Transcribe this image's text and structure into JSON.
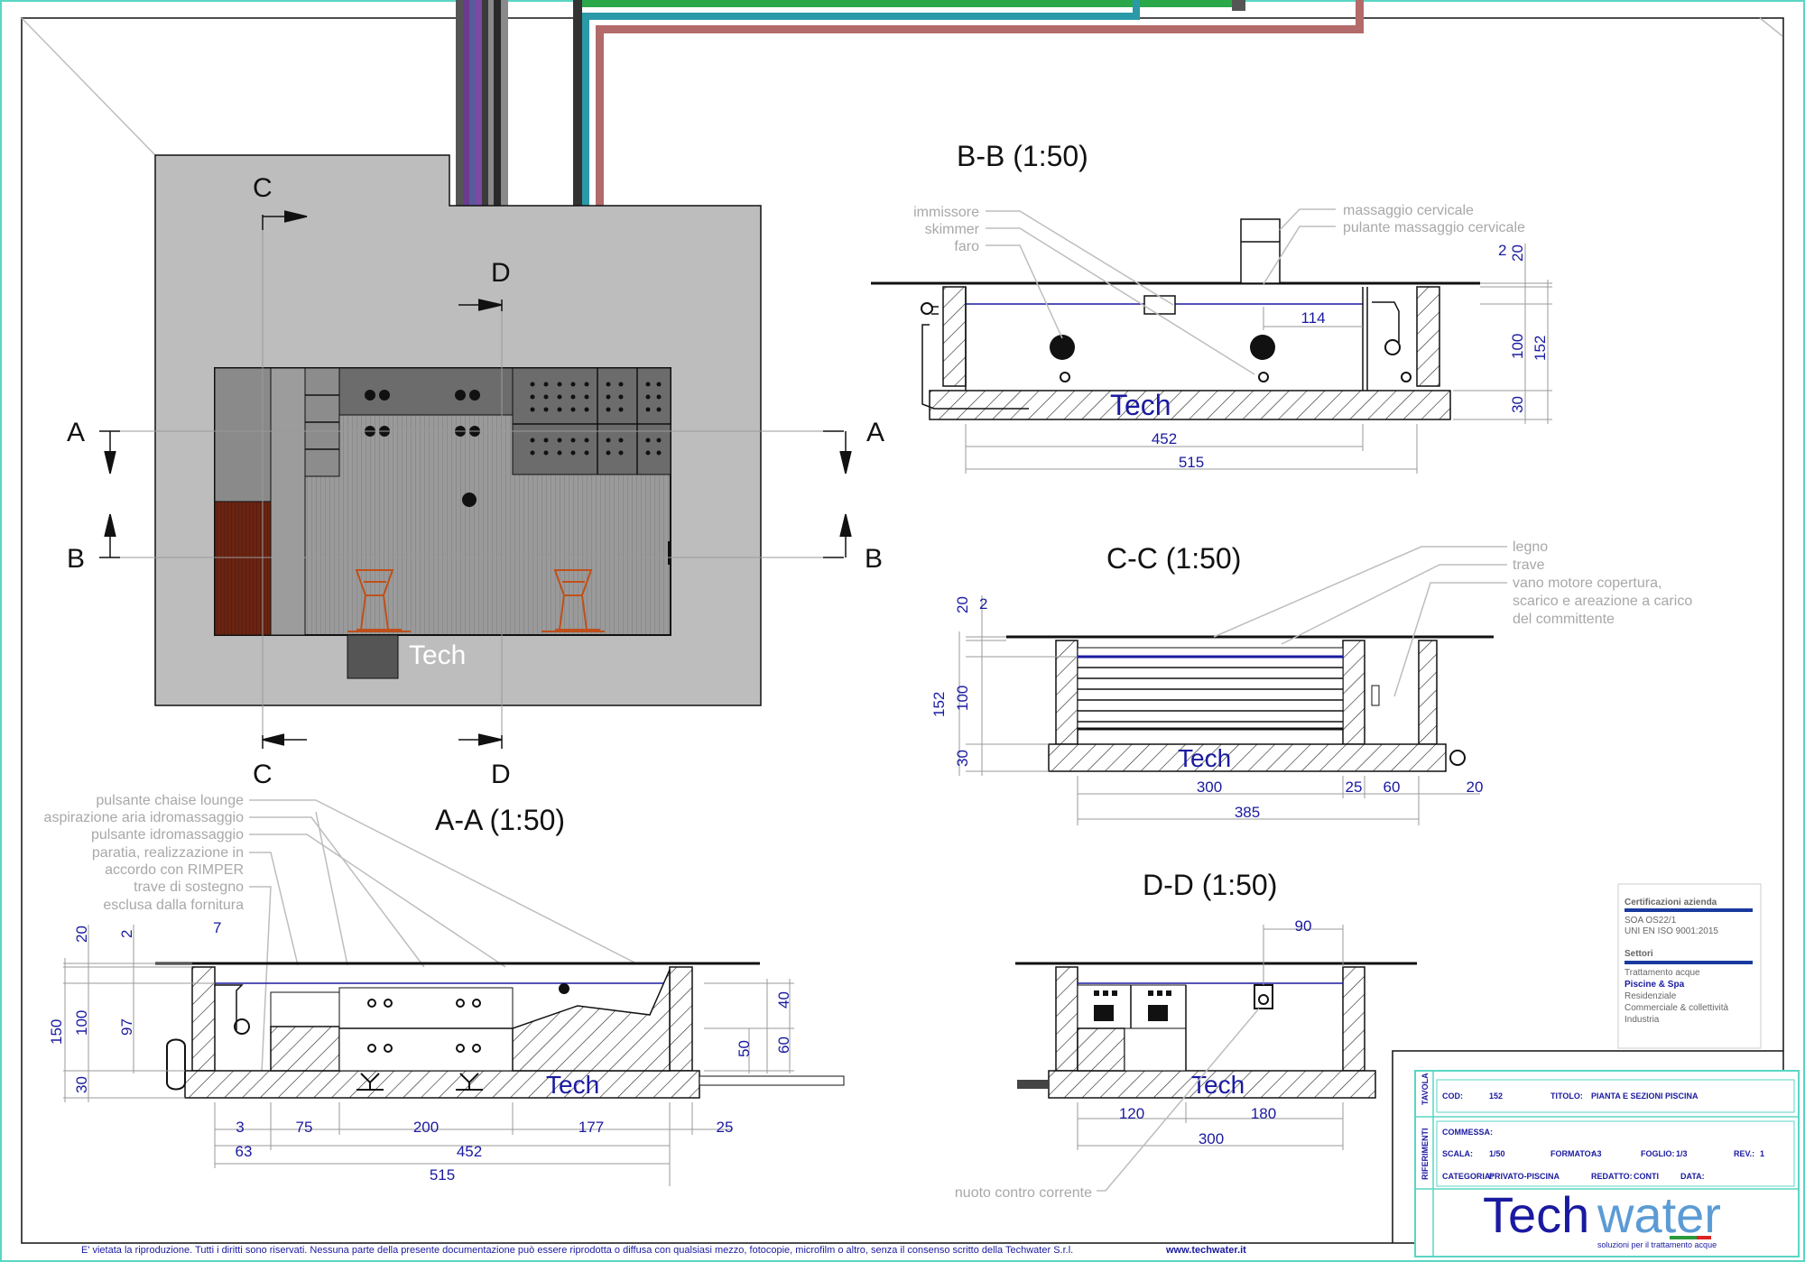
{
  "sections": {
    "bb": "B-B (1:50)",
    "cc": "C-C (1:50)",
    "aa": "A-A (1:50)",
    "dd": "D-D (1:50)"
  },
  "plan_markers": {
    "a": "A",
    "b": "B",
    "c": "C",
    "d": "D"
  },
  "brand": {
    "tech": "Tech",
    "water": "water",
    "tagline": "soluzioni per il trattamento acque"
  },
  "bb": {
    "notes": [
      "immissore",
      "skimmer",
      "faro"
    ],
    "notes_right": [
      "massaggio cervicale",
      "pulante massaggio cervicale"
    ],
    "dims": {
      "d2": "2",
      "d20": "20",
      "d114": "114",
      "d100": "100",
      "d152": "152",
      "d30": "30",
      "d452": "452",
      "d515": "515"
    }
  },
  "cc": {
    "notes": [
      "legno",
      "trave",
      "vano motore copertura,",
      "scarico e areazione a carico",
      "del committente"
    ],
    "dims": {
      "d20": "20",
      "d2": "2",
      "d152": "152",
      "d100": "100",
      "d30": "30",
      "d300": "300",
      "d25": "25",
      "d60": "60",
      "d20b": "20",
      "d385": "385"
    }
  },
  "aa": {
    "notes": [
      "pulsante chaise lounge",
      "aspirazione aria idromassaggio",
      "pulsante idromassaggio",
      "paratia, realizzazione in",
      "accordo con RIMPER",
      "trave di sostegno",
      "esclusa dalla fornitura"
    ],
    "dims": {
      "d20": "20",
      "d2": "2",
      "d7": "7",
      "d150": "150",
      "d100": "100",
      "d97": "97",
      "d30": "30",
      "d40": "40",
      "d50": "50",
      "d60": "60",
      "d3": "3",
      "d75": "75",
      "d200": "200",
      "d177": "177",
      "d25": "25",
      "d63": "63",
      "d452": "452",
      "d515": "515"
    }
  },
  "dd": {
    "dims": {
      "d90": "90",
      "d120": "120",
      "d180": "180",
      "d300": "300"
    },
    "note": "nuoto contro corrente"
  },
  "certifications": {
    "title": "Certificazioni azienda",
    "items": [
      "SOA OS22/1",
      "UNI EN ISO 9001:2015"
    ],
    "sectors_title": "Settori",
    "sectors": [
      "Trattamento acque",
      "Piscine & Spa",
      "Residenziale",
      "Commerciale & collettività",
      "Industria"
    ]
  },
  "title_block": {
    "tavola": "TAVOLA",
    "riferimenti": "RIFERIMENTI",
    "cod_label": "COD:",
    "cod": "152",
    "titolo_label": "TITOLO:",
    "titolo": "PIANTA E SEZIONI PISCINA",
    "commessa_label": "COMMESSA:",
    "scala_label": "SCALA:",
    "scala": "1/50",
    "formato_label": "FORMATO:",
    "formato": "A3",
    "foglio_label": "FOGLIO:",
    "foglio": "1/3",
    "rev_label": "REV.:",
    "rev": "1",
    "categoria_label": "CATEGORIA:",
    "categoria": "PRIVATO-PISCINA",
    "redatto_label": "REDATTO:",
    "redatto": "CONTI",
    "data_label": "DATA:"
  },
  "footer": {
    "text": "E' vietata la riproduzione. Tutti i diritti sono riservati. Nessuna parte della presente documentazione può essere riprodotta o diffusa con qualsiasi mezzo, fotocopie, microfilm o altro, senza il consenso scritto della Techwater S.r.l.",
    "url": "www.techwater.it"
  },
  "colors": {
    "frame": "#5ad6c4",
    "plan_fill": "#bdbdbd",
    "pool_fill": "#8f8f8f",
    "wood": "#6b2412",
    "dim_blue": "#1a1aa0",
    "brand_blue": "#1a1aa0",
    "brand_light": "#5b9bd5"
  }
}
